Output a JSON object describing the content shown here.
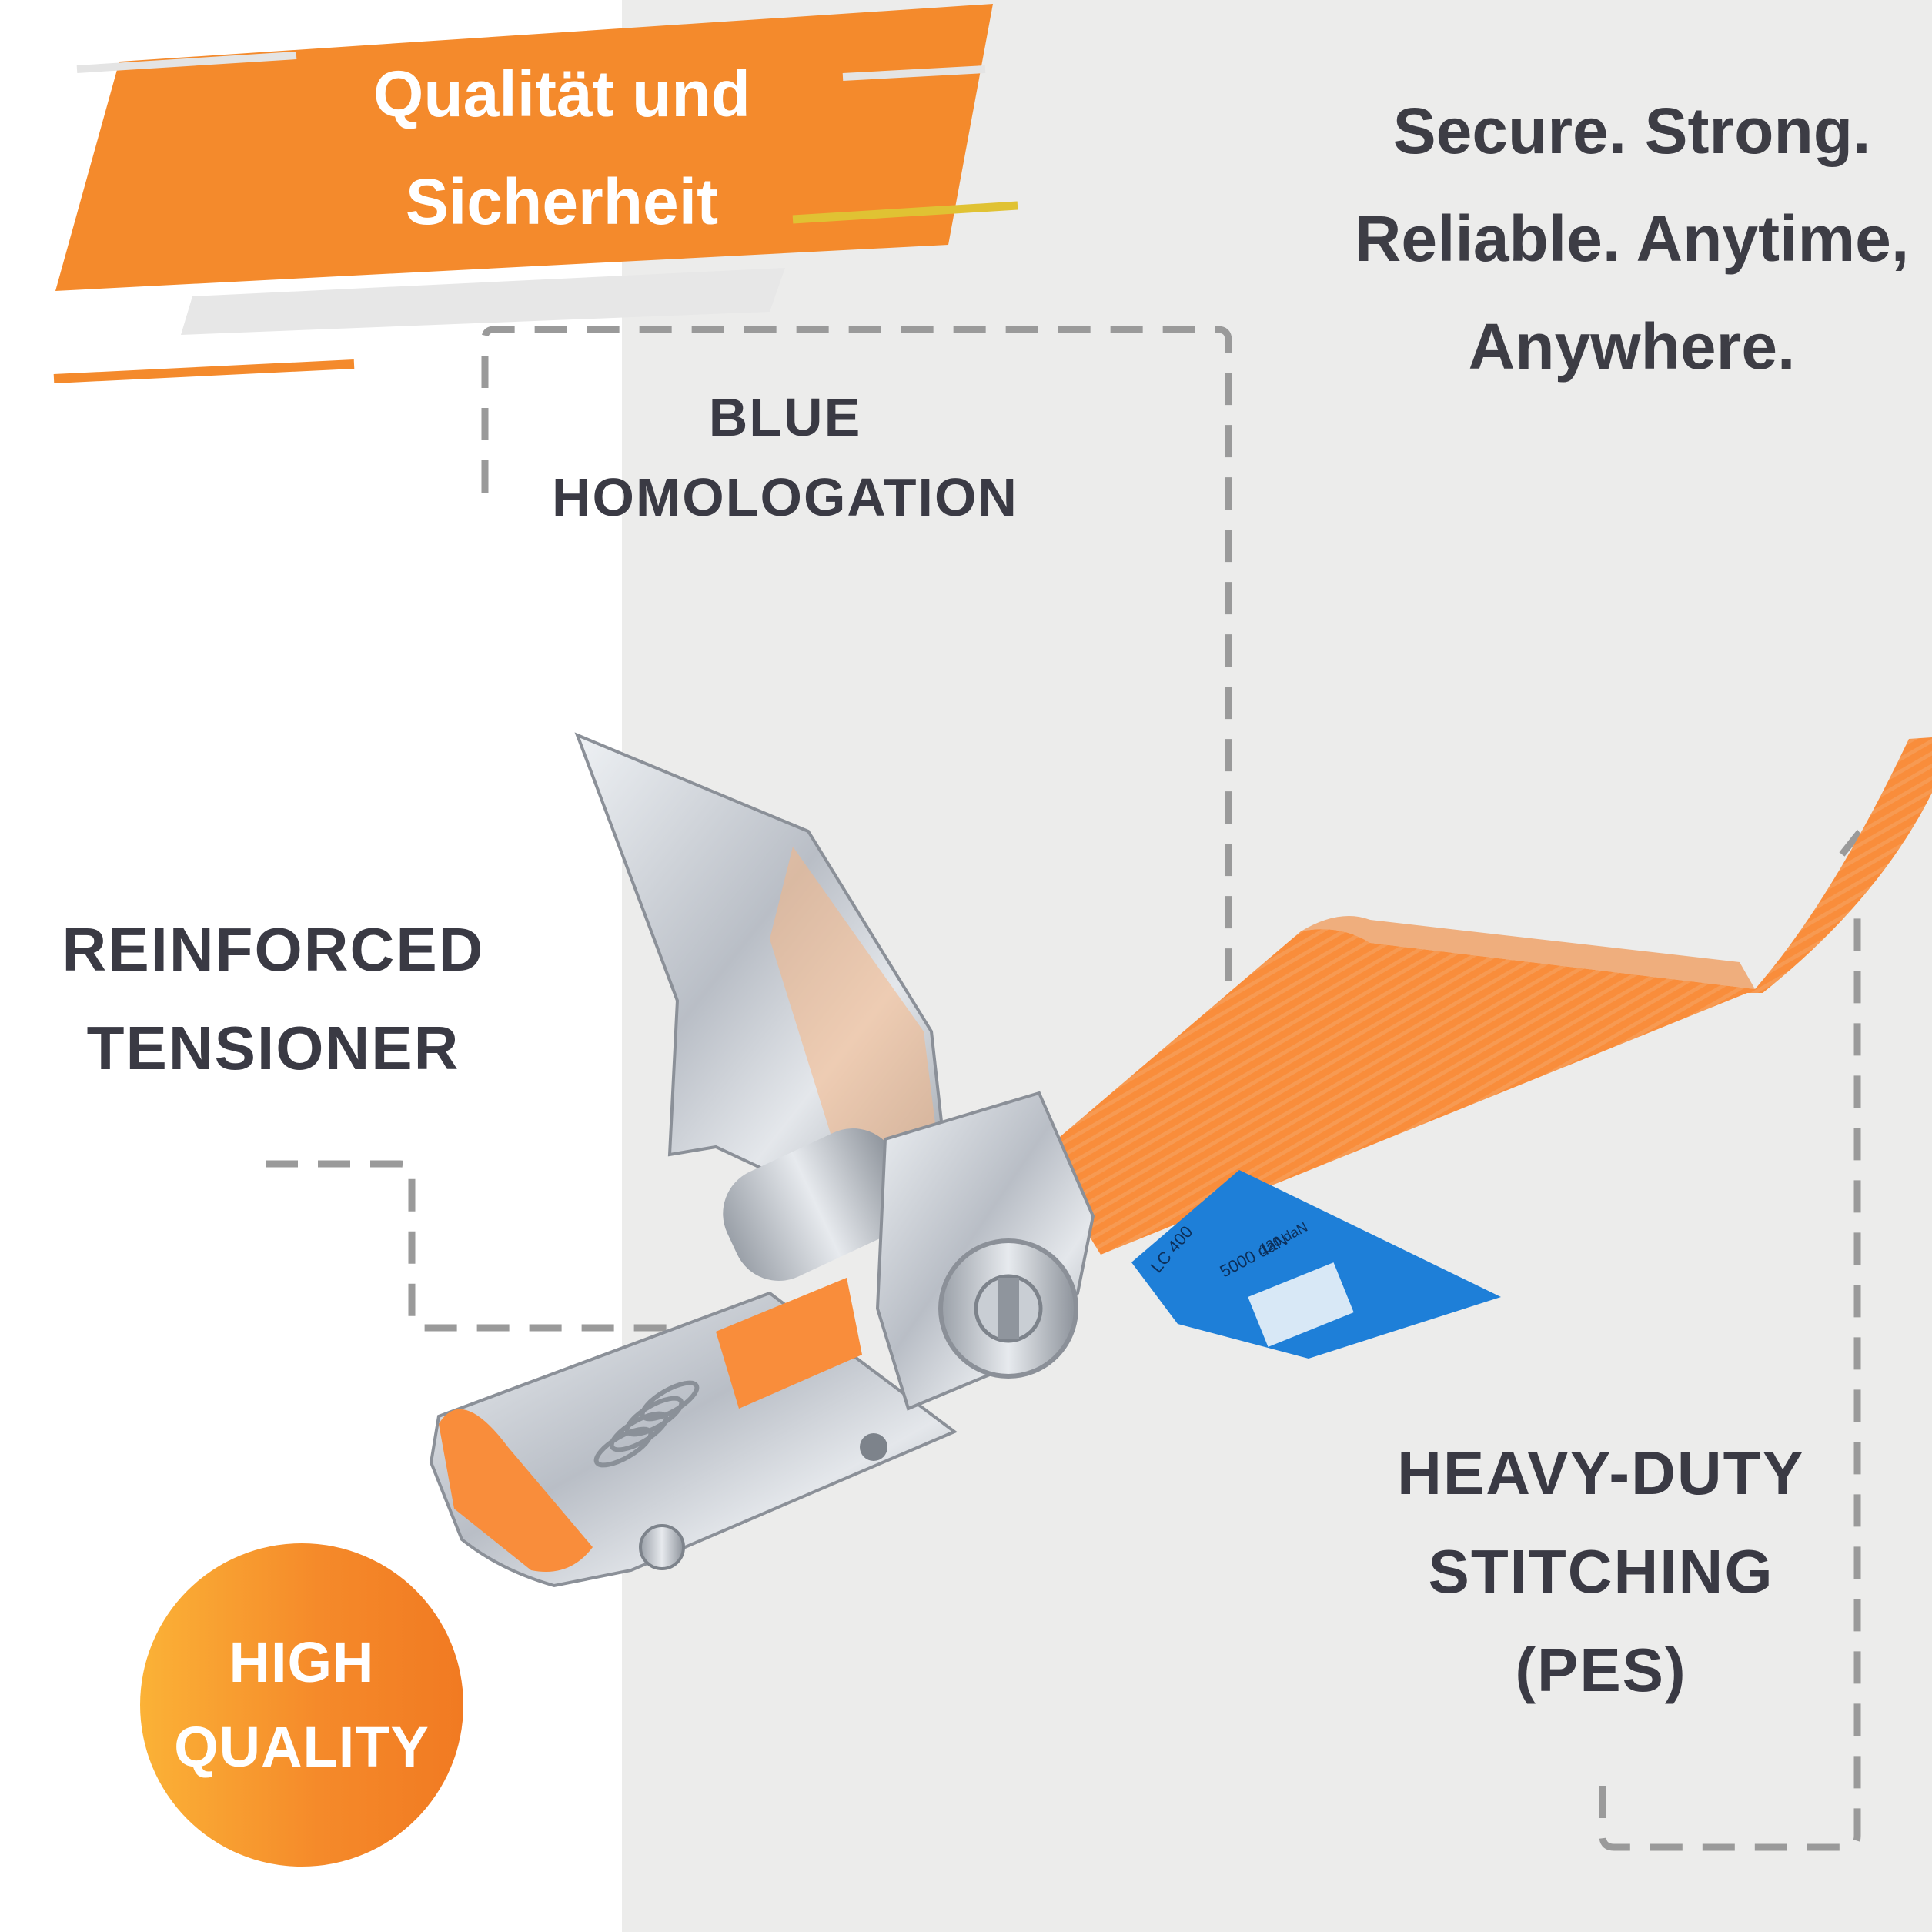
{
  "banner": {
    "title_line1": "Qualität und",
    "title_line2": "Sicherheit"
  },
  "tagline": {
    "line1": "Secure. Strong.",
    "line2": "Reliable. Anytime,",
    "line3": "Anywhere."
  },
  "features": {
    "blue_homologation": {
      "line1": "BLUE",
      "line2": "HOMOLOGATION"
    },
    "reinforced_tensioner": {
      "line1": "REINFORCED",
      "line2": "TENSIONER"
    },
    "heavy_duty_stitching": {
      "line1": "HEAVY-DUTY",
      "line2": "STITCHING",
      "line3": "(PES)"
    }
  },
  "badge": {
    "line1": "HIGH",
    "line2": "QUALITY"
  },
  "label_tag": {
    "line1": "LC 400",
    "line2": "5000 daN",
    "line3": "120 daN"
  },
  "colors": {
    "orange": "#f48a2c",
    "strap_orange": "#f98d3b",
    "text_dark": "#3a3a44",
    "dash_gray": "#9a9a9a",
    "label_blue": "#1e7fd8",
    "steel": "#c8ccd2"
  }
}
